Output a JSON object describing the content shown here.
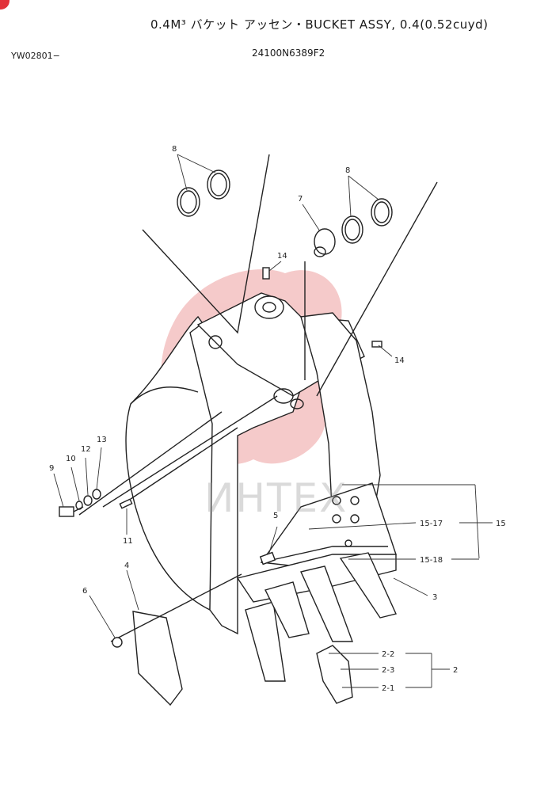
{
  "header": {
    "title": "0.4M³  バケット  アッセン・BUCKET  ASSY, 0.4(0.52cuyd)",
    "code": "YW02801−",
    "part_number": "24100N6389F2"
  },
  "watermark": {
    "text": "ИНТЕХ"
  },
  "callouts": {
    "c2": "2",
    "c2_1": "2-1",
    "c2_2": "2-2",
    "c2_3": "2-3",
    "c3": "3",
    "c4": "4",
    "c5": "5",
    "c6": "6",
    "c7": "7",
    "c8a": "8",
    "c8b": "8",
    "c9": "9",
    "c10": "10",
    "c11": "11",
    "c12": "12",
    "c13": "13",
    "c14a": "14",
    "c14b": "14",
    "c15": "15",
    "c15_17": "15-17",
    "c15_18": "15-18"
  },
  "colors": {
    "watermark": "#f2b8b8",
    "line": "#222222",
    "badge": "#e2323a"
  }
}
